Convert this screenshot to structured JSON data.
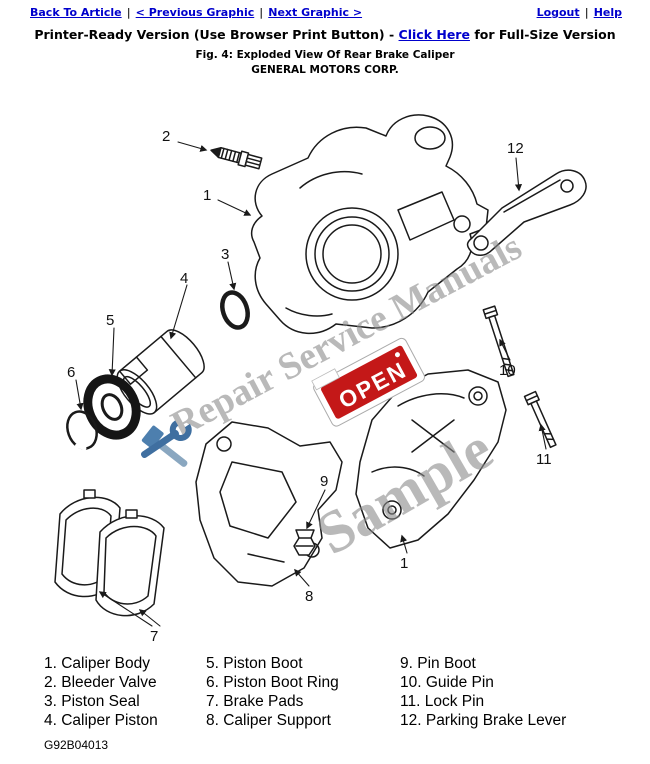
{
  "nav": {
    "back_to_article": "Back To Article",
    "previous_graphic": "< Previous Graphic",
    "next_graphic": "Next Graphic >",
    "logout": "Logout",
    "help": "Help",
    "separator": "|"
  },
  "header": {
    "printer_ready_text": "Printer-Ready Version (Use Browser Print Button) -",
    "click_here_label": "Click Here",
    "fullsize_suffix": "for Full-Size Version",
    "figure_caption": "Fig. 4: Exploded View Of Rear Brake Caliper",
    "manufacturer": "GENERAL MOTORS CORP."
  },
  "diagram": {
    "watermark_text": "Repair Service Manuals",
    "watermark_sample": "Sample",
    "open_sign_text": "OPEN",
    "callouts": [
      {
        "label": "1"
      },
      {
        "label": "2"
      },
      {
        "label": "3"
      },
      {
        "label": "4"
      },
      {
        "label": "5"
      },
      {
        "label": "6"
      },
      {
        "label": "7"
      },
      {
        "label": "8"
      },
      {
        "label": "9"
      },
      {
        "label": "10"
      },
      {
        "label": "11"
      },
      {
        "label": "12"
      },
      {
        "label": "1"
      }
    ]
  },
  "legend": {
    "columns": [
      {
        "items": [
          "1. Caliper Body",
          "2. Bleeder Valve",
          "3. Piston Seal",
          "4. Caliper Piston"
        ]
      },
      {
        "items": [
          "5. Piston Boot",
          "6. Piston Boot Ring",
          "7. Brake Pads",
          "8. Caliper Support"
        ]
      },
      {
        "items": [
          "9. Pin Boot",
          "10. Guide Pin",
          "11. Lock Pin",
          "12. Parking Brake Lever"
        ]
      }
    ]
  },
  "footer": {
    "figure_code": "G92B04013"
  },
  "colors": {
    "link": "#0000cc",
    "open_sign": "#c41818",
    "watermark": "#8c8c8c",
    "tools_icon": "#3f6fa0"
  }
}
